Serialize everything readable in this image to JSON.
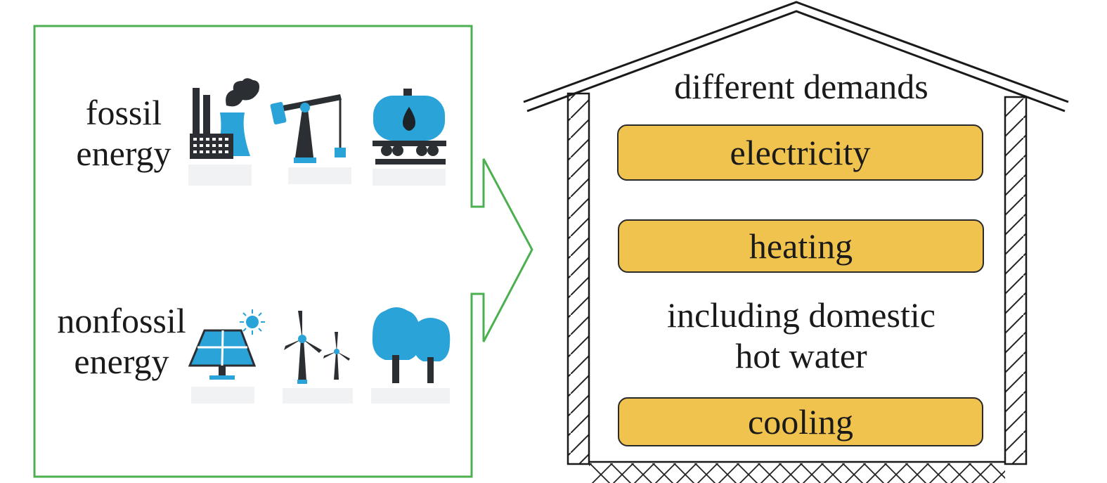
{
  "sources": {
    "fossil": {
      "label_line1": "fossil",
      "label_line2": "energy",
      "icons": [
        "factory-icon",
        "oil-pumpjack-icon",
        "oil-tanker-wagon-icon"
      ]
    },
    "nonfossil": {
      "label_line1": "nonfossil",
      "label_line2": "energy",
      "icons": [
        "solar-panel-icon",
        "wind-turbine-icon",
        "trees-icon"
      ]
    }
  },
  "house": {
    "title": "different demands",
    "demands": [
      {
        "label": "electricity"
      },
      {
        "label": "heating"
      },
      {
        "label": "cooling"
      }
    ],
    "note_line1": "including domestic",
    "note_line2": "hot water"
  },
  "colors": {
    "frame_green": "#4caf50",
    "demand_fill": "#f0c34e",
    "icon_blue": "#2aa3d8",
    "icon_dark": "#2b2f33"
  }
}
